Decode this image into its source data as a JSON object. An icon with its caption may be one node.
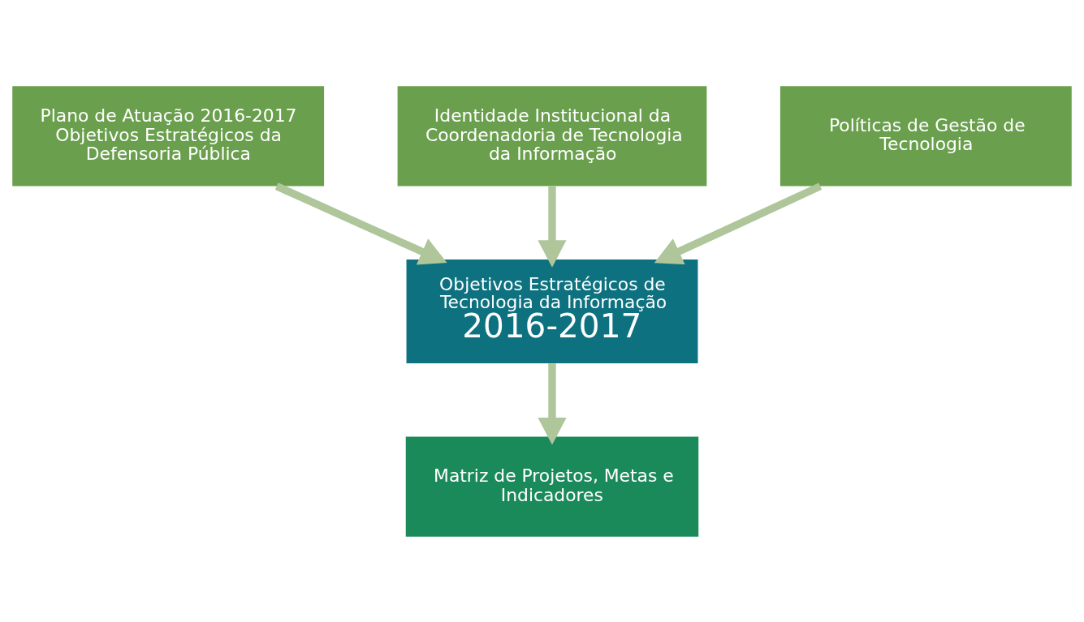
{
  "diagram": {
    "nodes": [
      {
        "text": [
          "Plano de Atuação 2016-2017 Objetivos Estratégicos da Defensoria Pública"
        ]
      },
      {
        "text": [
          "Identidade Institucional da Coordenadoria de Tecnologia da Informação"
        ]
      },
      {
        "text": [
          "Políticas de Gestão de Tecnologia"
        ]
      },
      {
        "text": [
          "Objetivos Estratégicos de Tecnologia da Informação",
          "2016-2017"
        ]
      },
      {
        "text": [
          "Matriz de Projetos, Metas e Indicadores"
        ]
      }
    ],
    "edges": [
      {
        "from": 0,
        "to": 3,
        "arrow": "to"
      },
      {
        "from": 1,
        "to": 3,
        "arrow": "to"
      },
      {
        "from": 2,
        "to": 3,
        "arrow": "to"
      },
      {
        "from": 3,
        "to": 4,
        "arrow": "to"
      }
    ]
  }
}
